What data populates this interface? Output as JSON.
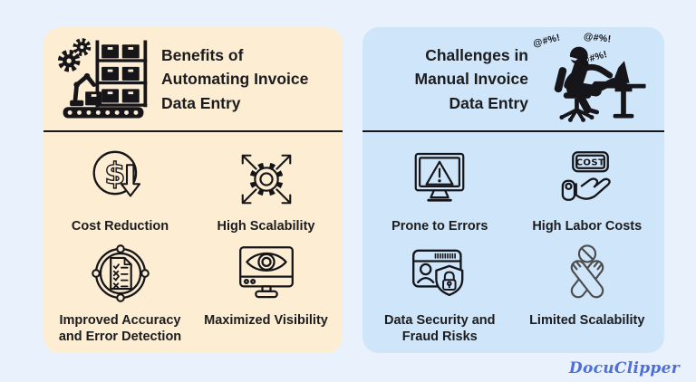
{
  "colors": {
    "page_bg": "#e9f1fc",
    "left_panel_bg": "#fcedd3",
    "right_panel_bg": "#cfe5f9",
    "ink": "#15151a",
    "logo_blue": "#4e6fd8"
  },
  "left_panel": {
    "title_lines": [
      "Benefits of",
      "Automating Invoice",
      "Data Entry"
    ],
    "header_icon": "robot-arm-warehouse-icon",
    "items": [
      {
        "icon": "dollar-down-arrow-icon",
        "symbol": "$",
        "label_lines": [
          "Cost Reduction"
        ]
      },
      {
        "icon": "gear-expand-arrows-icon",
        "label_lines": [
          "High Scalability"
        ]
      },
      {
        "icon": "target-checklist-icon",
        "label_lines": [
          "Improved Accuracy",
          "and Error Detection"
        ]
      },
      {
        "icon": "monitor-eye-icon",
        "label_lines": [
          "Maximized Visibility"
        ]
      }
    ]
  },
  "right_panel": {
    "title_lines": [
      "Challenges in",
      "Manual Invoice",
      "Data Entry"
    ],
    "header_icon": "frustrated-worker-icon",
    "swears": [
      "@#%!",
      "@#%!",
      "@#%!"
    ],
    "items": [
      {
        "icon": "monitor-warning-icon",
        "label_lines": [
          "Prone to Errors"
        ]
      },
      {
        "icon": "hand-cost-tag-icon",
        "cost_text": "COST",
        "label_lines": [
          "High Labor Costs"
        ]
      },
      {
        "icon": "card-shield-lock-icon",
        "label_lines": [
          "Data Security and",
          "Fraud Risks"
        ]
      },
      {
        "icon": "crossed-hands-prohibit-icon",
        "label_lines": [
          "Limited Scalability"
        ]
      }
    ]
  },
  "footer": {
    "logo_text": "DocuClipper"
  }
}
